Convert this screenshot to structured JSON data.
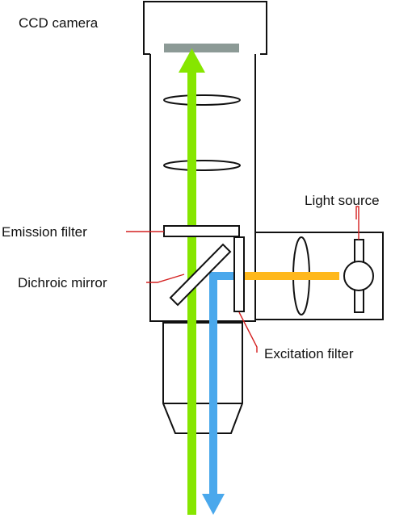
{
  "labels": {
    "ccd_camera": "CCD camera",
    "light_source": "Light source",
    "emission_filter": "Emission filter",
    "dichroic_mirror": "Dichroic mirror",
    "excitation_filter": "Excitation filter"
  },
  "colors": {
    "emission_beam": "#86e600",
    "excitation_beam_source": "#ffb81c",
    "excitation_beam_sample": "#4aa8ec",
    "sensor": "#8c9a96",
    "leader_line": "#d42020",
    "outline": "#111111"
  }
}
